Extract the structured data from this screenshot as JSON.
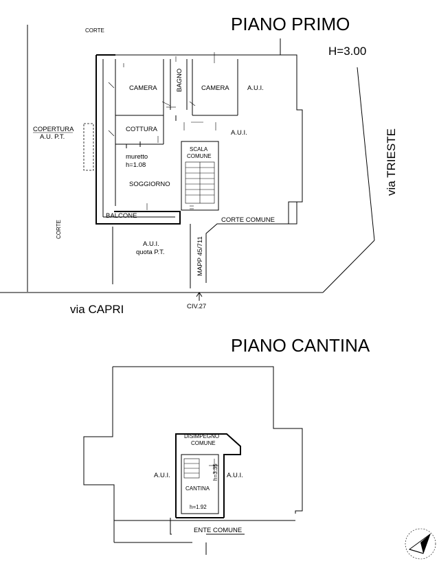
{
  "floor_first": {
    "title": "PIANO PRIMO",
    "height": "H=3.00",
    "rooms": {
      "camera_left": "CAMERA",
      "bagno": "BAGNO",
      "camera_right": "CAMERA",
      "aui_top": "A.U.I.",
      "cottura": "COTTURA",
      "aui_mid": "A.U.I.",
      "muretto_1": "muretto",
      "muretto_2": "h=1.08",
      "soggiorno": "SOGGIORNO",
      "scala_1": "SCALA",
      "scala_2": "COMUNE",
      "balcone": "BALCONE"
    },
    "context": {
      "corte_top": "CORTE",
      "copertura_1": "COPERTURA",
      "copertura_2": "A.U. P.T.",
      "corte_left": "CORTE",
      "corte_comune": "CORTE COMUNE",
      "aui_ground_1": "A.U.I.",
      "aui_ground_2": "quota P.T.",
      "mapp": "MAPP 45/711",
      "civ": "CIV.27",
      "via_capri": "via CAPRI",
      "via_trieste": "via TRIESTE"
    }
  },
  "floor_cellar": {
    "title": "PIANO CANTINA",
    "rooms": {
      "aui_left": "A.U.I.",
      "aui_right": "A.U.I.",
      "disimpegno_1": "DISIMPEGNO",
      "disimpegno_2": "COMUNE",
      "cantina": "CANTINA",
      "h_cantina": "h=3.35",
      "h_disimpegno": "h=1.92",
      "ente_comune": "ENTE COMUNE"
    }
  },
  "colors": {
    "line": "#000000",
    "background": "#ffffff"
  },
  "icons": {
    "north_arrow": "north-arrow-icon"
  }
}
